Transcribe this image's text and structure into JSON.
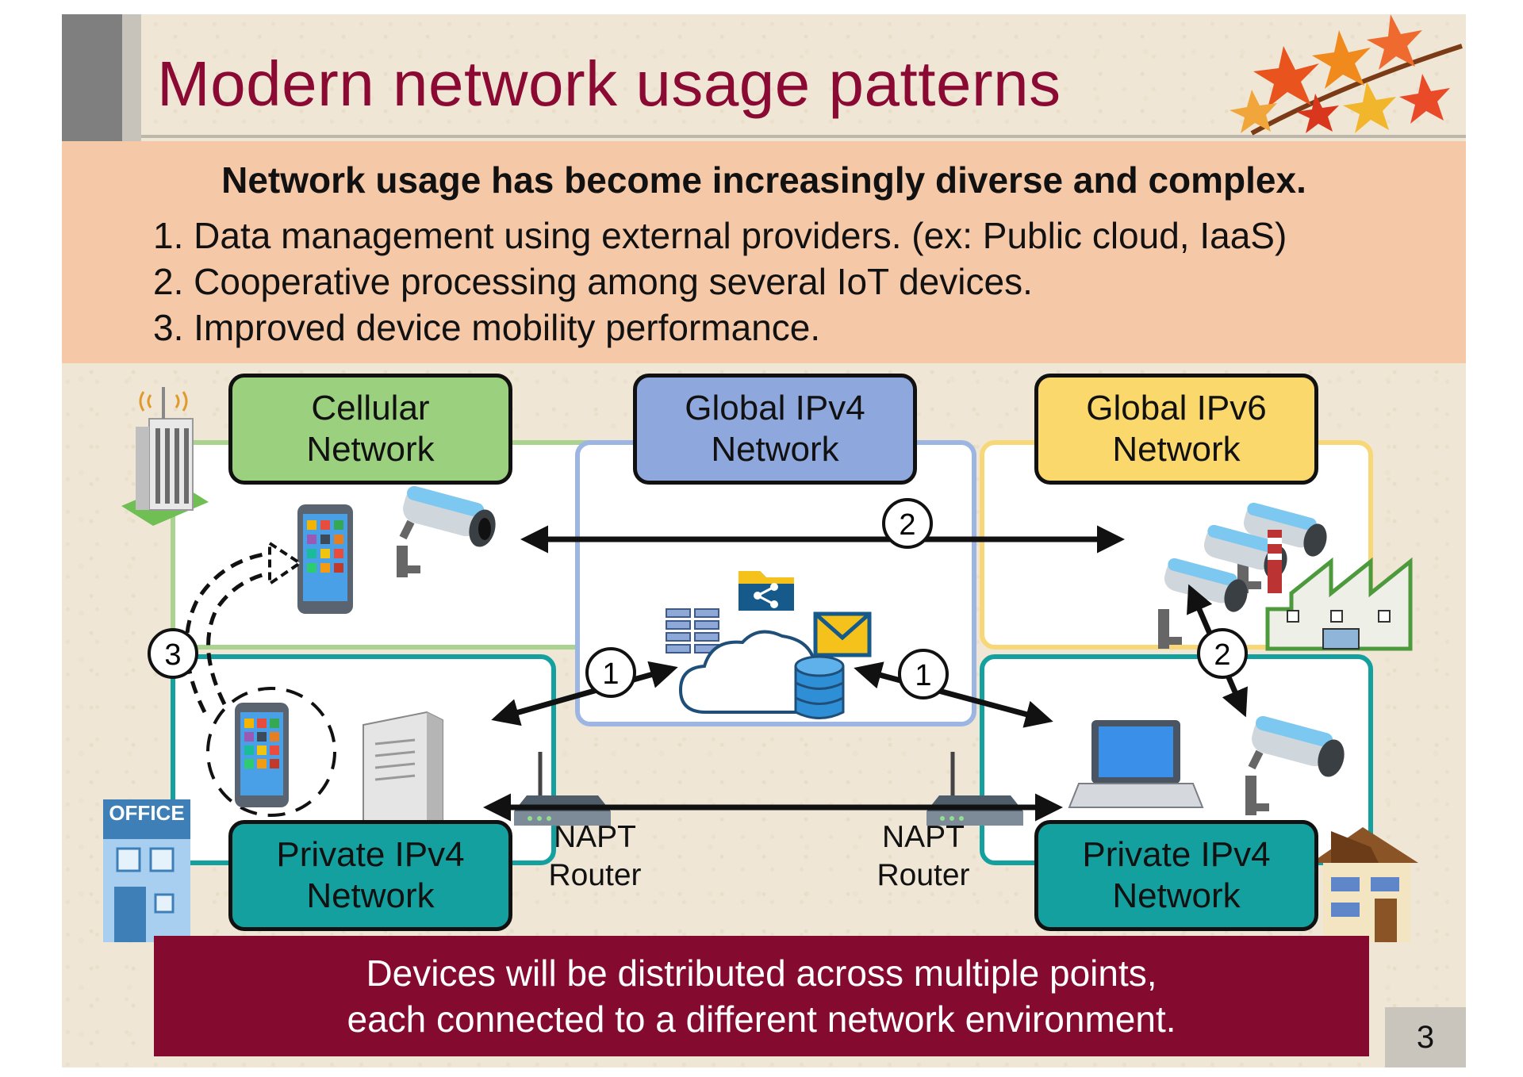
{
  "title": "Modern network usage patterns",
  "intro": {
    "heading": "Network usage has become increasingly diverse and complex.",
    "items": [
      "1. Data management using external providers. (ex: Public cloud, IaaS)",
      "2. Cooperative processing among several IoT devices.",
      "3. Improved device mobility performance."
    ]
  },
  "networks": {
    "cellular": {
      "line1": "Cellular",
      "line2": "Network",
      "color": "#9bd07e"
    },
    "ipv4": {
      "line1": "Global IPv4",
      "line2": "Network",
      "color": "#8ea7dc"
    },
    "ipv6": {
      "line1": "Global IPv6",
      "line2": "Network",
      "color": "#fbd86b"
    },
    "private_left": {
      "line1": "Private IPv4",
      "line2": "Network",
      "color": "#15a0a0"
    },
    "private_right": {
      "line1": "Private IPv4",
      "line2": "Network",
      "color": "#15a0a0"
    }
  },
  "routers": {
    "left": {
      "line1": "NAPT",
      "line2": "Router"
    },
    "right": {
      "line1": "NAPT",
      "line2": "Router"
    }
  },
  "markers": {
    "one": "1",
    "two": "2",
    "three": "3"
  },
  "office_sign": "OFFICE",
  "bottom": {
    "line1": "Devices will be distributed across multiple points,",
    "line2": "each connected to a different network environment."
  },
  "page_number": "3",
  "icons": [
    "cell-tower-building-icon",
    "smartphone-icon",
    "security-camera-icon",
    "server-rack-icon",
    "shared-folder-icon",
    "mail-icon",
    "cloud-icon",
    "database-icon",
    "factory-icon",
    "laptop-icon",
    "file-server-icon",
    "wifi-router-icon",
    "office-building-icon",
    "house-icon",
    "autumn-leaves-icon"
  ]
}
